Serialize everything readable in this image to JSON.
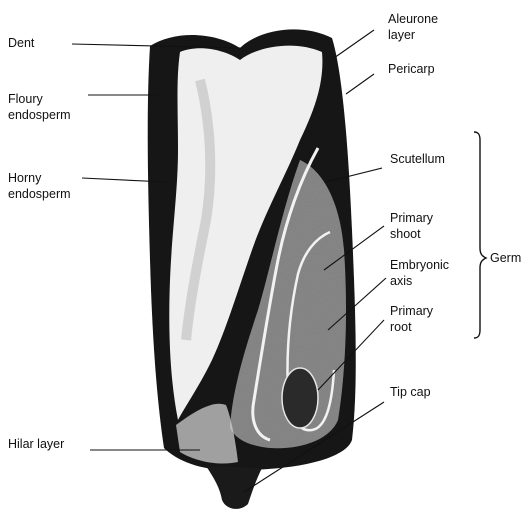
{
  "labels": {
    "dent": "Dent",
    "floury_line1": "Floury",
    "floury_line2": "endosperm",
    "horny_line1": "Horny",
    "horny_line2": "endosperm",
    "hilar": "Hilar layer",
    "aleurone_line1": "Aleurone",
    "aleurone_line2": "layer",
    "pericarp": "Pericarp",
    "scutellum": "Scutellum",
    "shoot_line1": "Primary",
    "shoot_line2": "shoot",
    "axis_line1": "Embryonic",
    "axis_line2": "axis",
    "root_line1": "Primary",
    "root_line2": "root",
    "tipcap": "Tip cap",
    "germ": "Germ"
  },
  "colors": {
    "ink": "#111111",
    "kernel_dark": "#141414",
    "endosperm_light": "#efefef",
    "germ_gray": "#8a8a8a"
  }
}
